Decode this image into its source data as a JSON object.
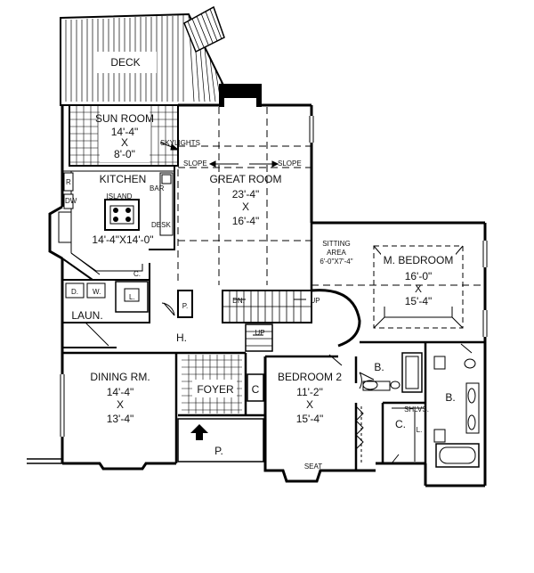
{
  "rooms": {
    "deck": {
      "name": "DECK"
    },
    "sun_room": {
      "name": "SUN ROOM",
      "dim_w": "14'-4\"",
      "x": "X",
      "dim_l": "8'-0\""
    },
    "skylights": "SKYLIGHTS",
    "slope_left": "SLOPE",
    "slope_right": "SLOPE",
    "kitchen": {
      "name": "KITCHEN",
      "island": "ISLAND",
      "dims": "14'-4\"X14'-0\"",
      "bar": "BAR",
      "desk": "DESK",
      "dw": "DW",
      "r": "R"
    },
    "great_room": {
      "name": "GREAT ROOM",
      "dim_w": "23'-4\"",
      "x": "X",
      "dim_l": "16'-4\""
    },
    "sitting_area": {
      "name_1": "SITTING",
      "name_2": "AREA",
      "dims": "6'-0\"X7'-4\""
    },
    "master_bedroom": {
      "name": "M. BEDROOM",
      "dim_w": "16'-0\"",
      "x": "X",
      "dim_l": "15'-4\""
    },
    "laundry": {
      "name": "LAUN.",
      "d": "D.",
      "w": "W.",
      "c": "C.",
      "l": "L."
    },
    "dining": {
      "name": "DINING RM.",
      "dim_w": "14'-4\"",
      "x": "X",
      "dim_l": "13'-4\""
    },
    "hall": {
      "name": "H."
    },
    "foyer": {
      "name": "FOYER",
      "c": "C"
    },
    "porch": {
      "name": "P."
    },
    "pantry": {
      "name": "P."
    },
    "stairs": {
      "down": "DN.",
      "up": "UP",
      "up2": "UP"
    },
    "bedroom2": {
      "name": "BEDROOM 2",
      "dim_w": "11'-2\"",
      "x": "X",
      "dim_l": "15'-4\"",
      "seat": "SEAT"
    },
    "bath1": {
      "name": "B."
    },
    "bath2": {
      "name": "B."
    },
    "closet": {
      "name": "C.",
      "shelves": "SHLVS.",
      "l": "L."
    }
  }
}
